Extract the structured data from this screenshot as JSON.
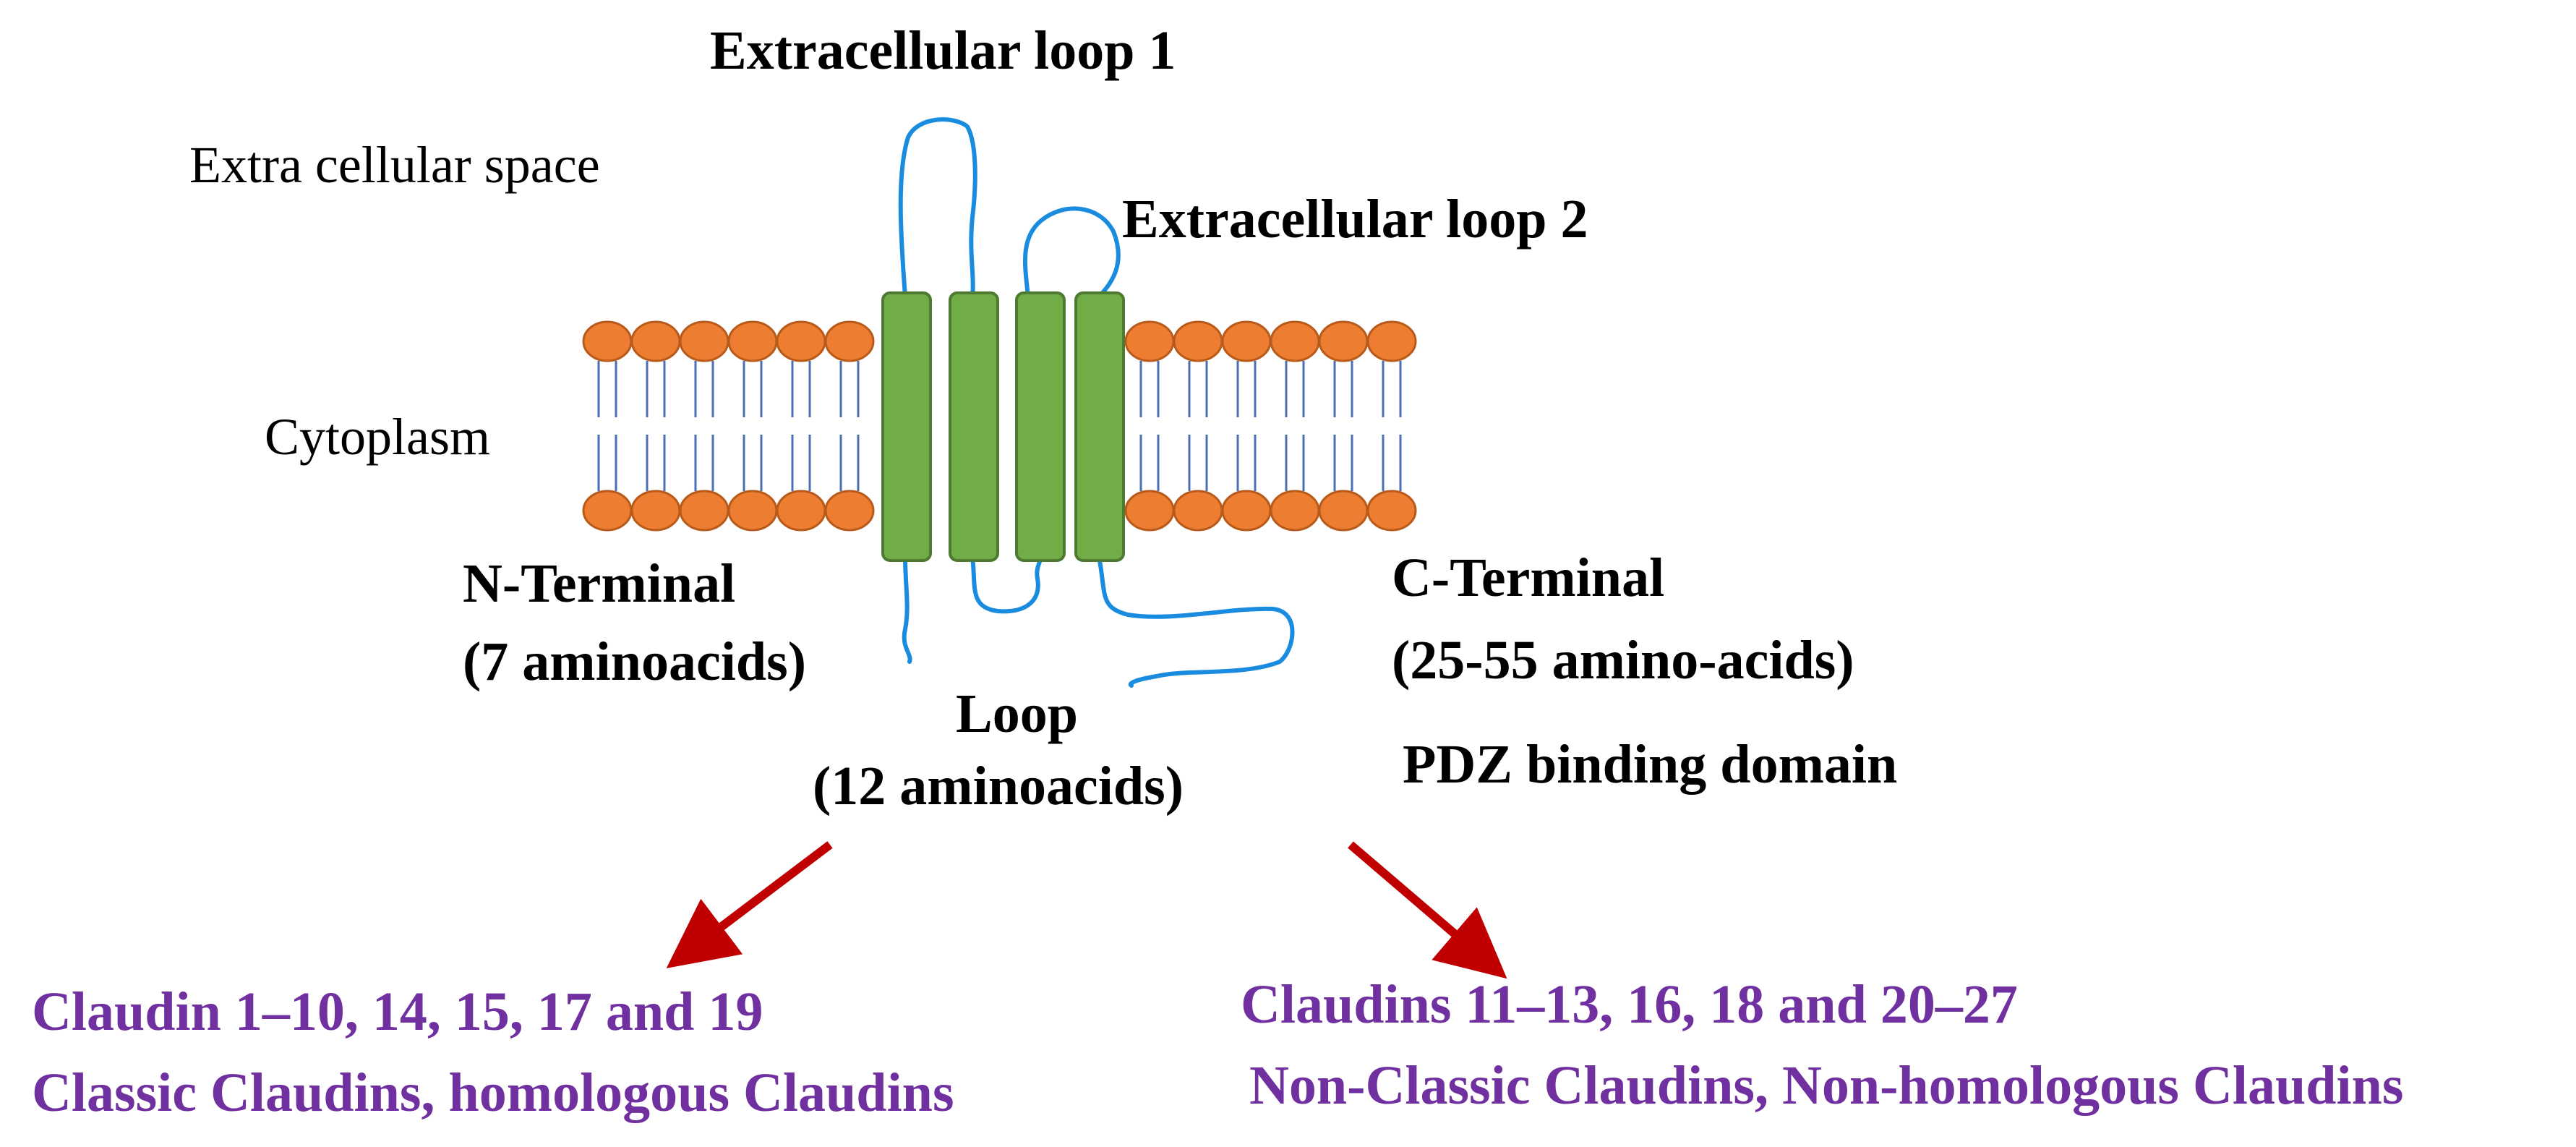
{
  "labels": {
    "extracellular_loop_1": "Extracellular loop 1",
    "extracellular_loop_2": "Extracellular loop 2",
    "extracellular_space": "Extra cellular space",
    "cytoplasm": "Cytoplasm",
    "n_terminal_title": "N-Terminal",
    "n_terminal_detail": "(7 aminoacids)",
    "loop_title": "Loop",
    "loop_detail": "(12 aminoacids)",
    "c_terminal_title": "C-Terminal",
    "c_terminal_detail": "(25-55 amino-acids)",
    "pdz": "PDZ binding domain"
  },
  "groups": {
    "classic": {
      "members": "Claudin 1–10, 14, 15, 17 and 19",
      "name": "Classic Claudins, homologous Claudins"
    },
    "non_classic": {
      "members": "Claudins 11–13, 16, 18 and 20–27",
      "name": "Non-Classic Claudins, Non-homologous Claudins"
    }
  },
  "colors": {
    "lipid_head": "#ed7d31",
    "lipid_head_stroke": "#b85a1a",
    "lipid_tail": "#4a6fb5",
    "helix_fill": "#70ad47",
    "helix_stroke": "#4e7a31",
    "chain": "#1a8ce0",
    "arrow": "#c00000",
    "group_text": "#7030a0"
  }
}
